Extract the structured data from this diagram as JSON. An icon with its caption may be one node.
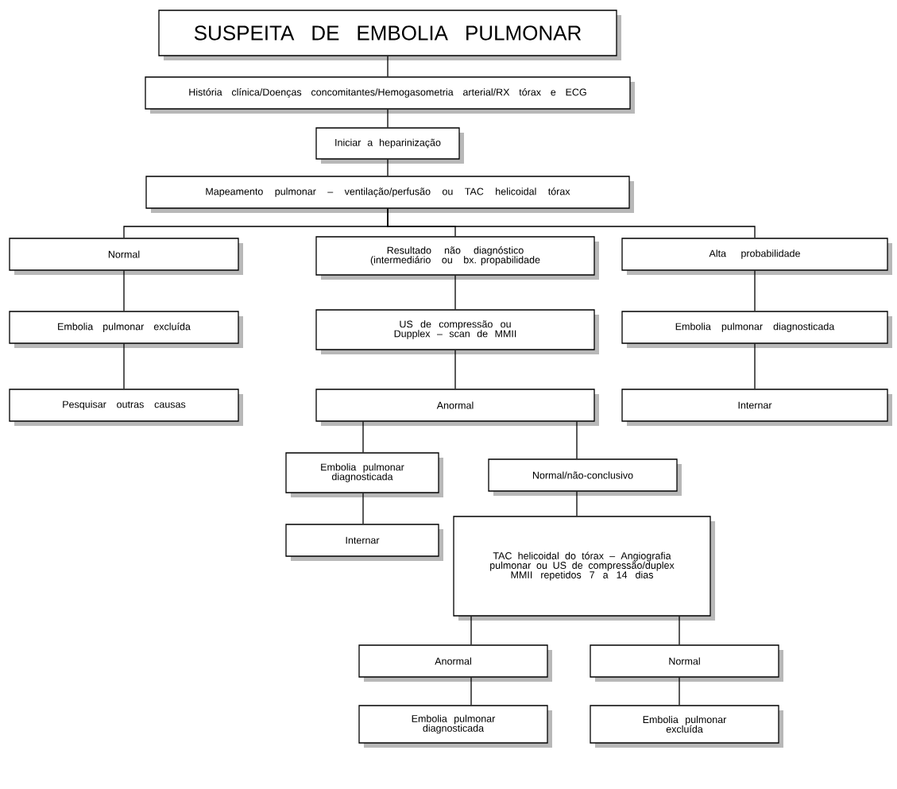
{
  "diagram": {
    "nodes": [
      {
        "text": [
          "SUSPEITA DE EMBOLIA PULMONAR"
        ]
      },
      {
        "text": [
          "História clínica/Doenças concomitantes/Hemogasometria arterial/RX tórax e ECG"
        ]
      },
      {
        "text": [
          "Iniciar a heparinização"
        ]
      },
      {
        "text": [
          "Mapeamento pulmonar – ventilação/perfusão ou TAC helicoidal tórax"
        ]
      },
      {
        "text": [
          "Normal"
        ]
      },
      {
        "text": [
          "Resultado não diagnóstico (intermediário ou bx. propabilidade"
        ]
      },
      {
        "text": [
          "Alta probabilidade"
        ]
      },
      {
        "text": [
          "Embolia pulmonar excluída"
        ]
      },
      {
        "text": [
          "US de compressão ou Dupplex – scan de MMII"
        ]
      },
      {
        "text": [
          "Embolia pulmonar diagnosticada"
        ]
      },
      {
        "text": [
          "Pesquisar outras causas"
        ]
      },
      {
        "text": [
          "Anormal"
        ]
      },
      {
        "text": [
          "Internar"
        ]
      },
      {
        "text": [
          "Embolia pulmonar diagnosticada"
        ]
      },
      {
        "text": [
          "Normal/não-conclusivo"
        ]
      },
      {
        "text": [
          "Internar"
        ]
      },
      {
        "text": [
          "TAC helicoidal do tórax – Angiografia pulmonar ou US de compressão/duplex MMII repetidos 7 a 14 dias"
        ]
      },
      {
        "text": [
          "Anormal"
        ]
      },
      {
        "text": [
          "Normal"
        ]
      },
      {
        "text": [
          "Embolia pulmonar diagnosticada"
        ]
      },
      {
        "text": [
          "Embolia pulmonar excluída"
        ]
      }
    ],
    "edges": [
      {
        "from": 0,
        "to": 1,
        "arrow": "none"
      },
      {
        "from": 1,
        "to": 2,
        "arrow": "none"
      },
      {
        "from": 2,
        "to": 3,
        "arrow": "none"
      },
      {
        "from": 3,
        "to": 4,
        "arrow": "none"
      },
      {
        "from": 3,
        "to": 5,
        "arrow": "none"
      },
      {
        "from": 3,
        "to": 6,
        "arrow": "none"
      },
      {
        "from": 4,
        "to": 7,
        "arrow": "none"
      },
      {
        "from": 7,
        "to": 10,
        "arrow": "none"
      },
      {
        "from": 5,
        "to": 8,
        "arrow": "none"
      },
      {
        "from": 8,
        "to": 11,
        "arrow": "none"
      },
      {
        "from": 6,
        "to": 9,
        "arrow": "none"
      },
      {
        "from": 9,
        "to": 12,
        "arrow": "none"
      },
      {
        "from": 11,
        "to": 13,
        "arrow": "none"
      },
      {
        "from": 11,
        "to": 14,
        "arrow": "none"
      },
      {
        "from": 13,
        "to": 15,
        "arrow": "none"
      },
      {
        "from": 14,
        "to": 16,
        "arrow": "none"
      },
      {
        "from": 16,
        "to": 17,
        "arrow": "none"
      },
      {
        "from": 16,
        "to": 18,
        "arrow": "none"
      },
      {
        "from": 17,
        "to": 19,
        "arrow": "none"
      },
      {
        "from": 18,
        "to": 20,
        "arrow": "none"
      }
    ]
  }
}
